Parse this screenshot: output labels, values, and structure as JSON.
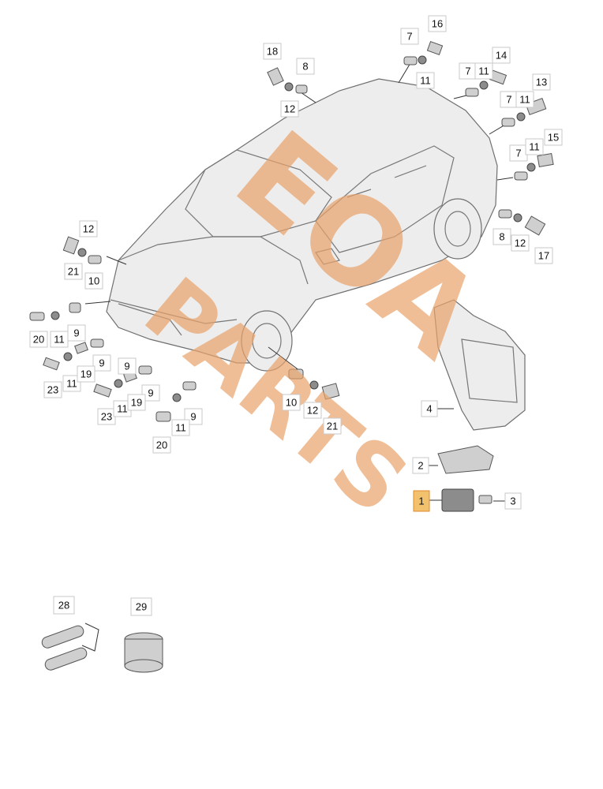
{
  "callouts": [
    {
      "id": "c16",
      "label": "16"
    },
    {
      "id": "c7a",
      "label": "7"
    },
    {
      "id": "c11a",
      "label": "11"
    },
    {
      "id": "c18",
      "label": "18"
    },
    {
      "id": "c8a",
      "label": "8"
    },
    {
      "id": "c12a",
      "label": "12"
    },
    {
      "id": "c7b",
      "label": "7"
    },
    {
      "id": "c11b",
      "label": "11"
    },
    {
      "id": "c14",
      "label": "14"
    },
    {
      "id": "c7c",
      "label": "7"
    },
    {
      "id": "c11c",
      "label": "11"
    },
    {
      "id": "c13",
      "label": "13"
    },
    {
      "id": "c7d",
      "label": "7"
    },
    {
      "id": "c11d",
      "label": "11"
    },
    {
      "id": "c15",
      "label": "15"
    },
    {
      "id": "c8b",
      "label": "8"
    },
    {
      "id": "c12b",
      "label": "12"
    },
    {
      "id": "c17",
      "label": "17"
    },
    {
      "id": "c12c",
      "label": "12"
    },
    {
      "id": "c21a",
      "label": "21"
    },
    {
      "id": "c10a",
      "label": "10"
    },
    {
      "id": "c20a",
      "label": "20"
    },
    {
      "id": "c11e",
      "label": "11"
    },
    {
      "id": "c9a",
      "label": "9"
    },
    {
      "id": "c9b",
      "label": "9"
    },
    {
      "id": "c23a",
      "label": "23"
    },
    {
      "id": "c11f",
      "label": "11"
    },
    {
      "id": "c19a",
      "label": "19"
    },
    {
      "id": "c9c",
      "label": "9"
    },
    {
      "id": "c23b",
      "label": "23"
    },
    {
      "id": "c11g",
      "label": "11"
    },
    {
      "id": "c19b",
      "label": "19"
    },
    {
      "id": "c9d",
      "label": "9"
    },
    {
      "id": "c9e",
      "label": "9"
    },
    {
      "id": "c11h",
      "label": "11"
    },
    {
      "id": "c20b",
      "label": "20"
    },
    {
      "id": "c10b",
      "label": "10"
    },
    {
      "id": "c12d",
      "label": "12"
    },
    {
      "id": "c21b",
      "label": "21"
    },
    {
      "id": "c4",
      "label": "4"
    },
    {
      "id": "c2",
      "label": "2"
    },
    {
      "id": "c1",
      "label": "1"
    },
    {
      "id": "c3",
      "label": "3"
    },
    {
      "id": "c28",
      "label": "28"
    },
    {
      "id": "c29",
      "label": "29"
    }
  ],
  "watermark": {
    "line1": "EOA",
    "line2": "PARTS"
  },
  "colors": {
    "highlight": "#f2c16e",
    "watermark": "#e9a36a"
  }
}
